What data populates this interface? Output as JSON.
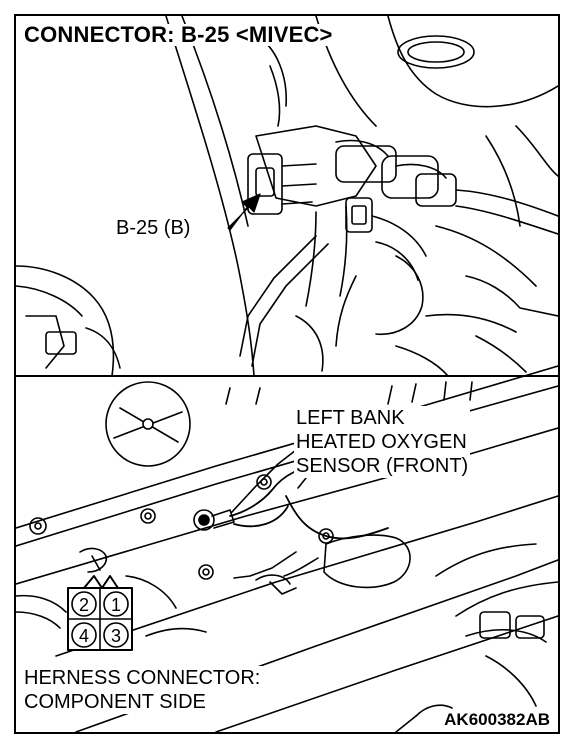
{
  "title": "CONNECTOR: B-25 <MIVEC>",
  "connector_callout": "B-25 (B)",
  "sensor_label": {
    "line1": "LEFT BANK",
    "line2": "HEATED OXYGEN",
    "line3": "SENSOR (FRONT)"
  },
  "harness_label": {
    "line1": "HERNESS CONNECTOR:",
    "line2": "COMPONENT SIDE"
  },
  "pins": [
    "2",
    "1",
    "4",
    "3"
  ],
  "figure_code": "AK600382AB",
  "colors": {
    "ink": "#000000",
    "paper": "#ffffff"
  }
}
